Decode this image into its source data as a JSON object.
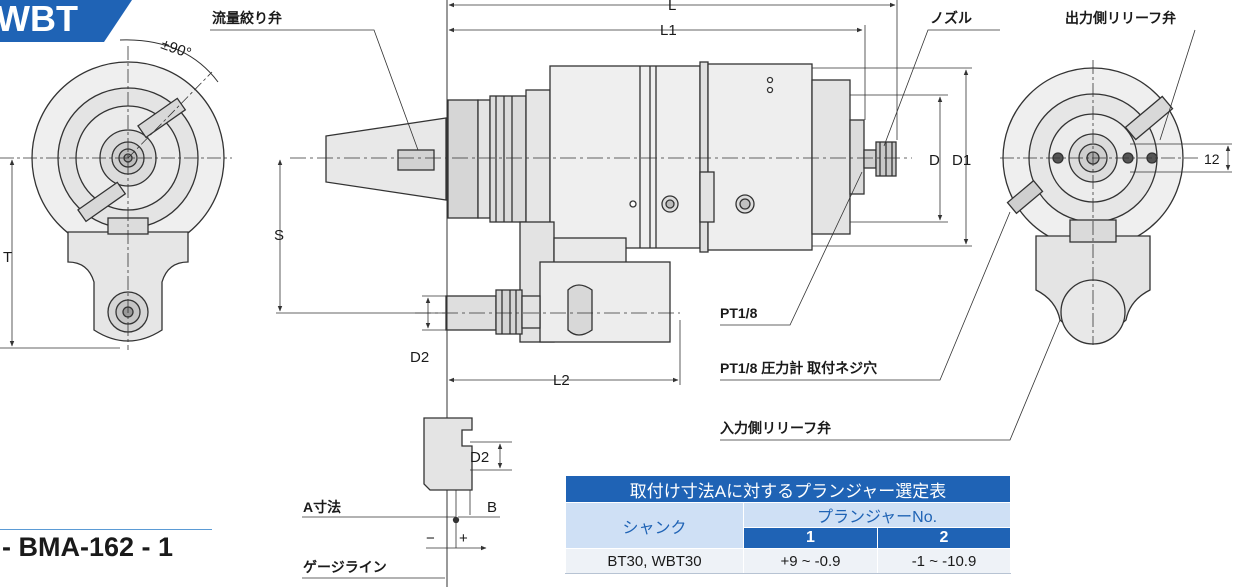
{
  "badge": {
    "text": "WBT",
    "color": "#1f63b5"
  },
  "angle_label": "±90°",
  "labels": {
    "flow_valve": "流量絞り弁",
    "nozzle": "ノズル",
    "out_relief": "出力側リリーフ弁",
    "pt_top": "PT1/8",
    "pt_gauge": "PT1/8 圧力計 取付ネジ穴",
    "in_relief": "入力側リリーフ弁",
    "a_dim": "A寸法",
    "gauge_line": "ゲージライン",
    "minus": "−",
    "plus": "+"
  },
  "dims": {
    "L": "L",
    "L1": "L1",
    "L2": "L2",
    "D": "D",
    "D1": "D1",
    "D2": "D2",
    "D2b": "D2",
    "S": "S",
    "T": "T",
    "B": "B",
    "twelve": "12"
  },
  "model": "- BMA-162 - 1",
  "selection_table": {
    "title": "取付け寸法Aに対するプランジャー選定表",
    "shank_header": "シャンク",
    "plunger_header": "プランジャーNo.",
    "plunger_cols": [
      "1",
      "2"
    ],
    "rows": [
      {
        "shank": "BT30, WBT30",
        "p1": "+9 ~ -0.9",
        "p2": "-1 ~ -10.9"
      }
    ]
  },
  "colors": {
    "accent": "#1f63b5",
    "table_sub": "#cfe0f5",
    "line": "#333333"
  }
}
